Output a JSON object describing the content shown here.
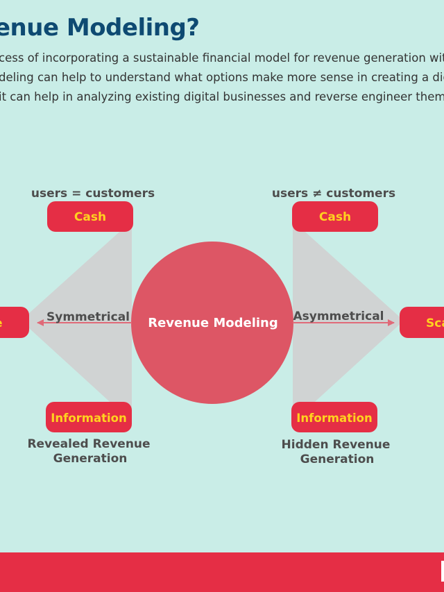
{
  "title": "enue Modeling?",
  "intro": [
    "cess of incorporating a sustainable financial model for revenue generation within",
    "deling can help to understand what options make more sense in creating a digital",
    "it can help in analyzing existing digital businesses and reverse engineer them."
  ],
  "diagram": {
    "center_label": "Revenue Modeling",
    "left": {
      "heading": "users = customers",
      "top_box": "Cash",
      "side_box": "e",
      "bottom_box": "Information",
      "arrow_label": "Symmetrical",
      "caption": [
        "Revealed Revenue",
        "Generation"
      ]
    },
    "right": {
      "heading": "users ≠ customers",
      "top_box": "Cash",
      "side_box": "Sca",
      "bottom_box": "Information",
      "arrow_label": "Asymmetrical",
      "caption": [
        "Hidden Revenue",
        "Generation"
      ]
    }
  },
  "colors": {
    "background": "#c9ede7",
    "title": "#0e4a72",
    "box_fill": "#e52e45",
    "box_text": "#ffd21f",
    "circle": "#dd5665",
    "triangle": "#d0d3d3",
    "arrow": "#e06a78",
    "footer": "#e52e45"
  }
}
